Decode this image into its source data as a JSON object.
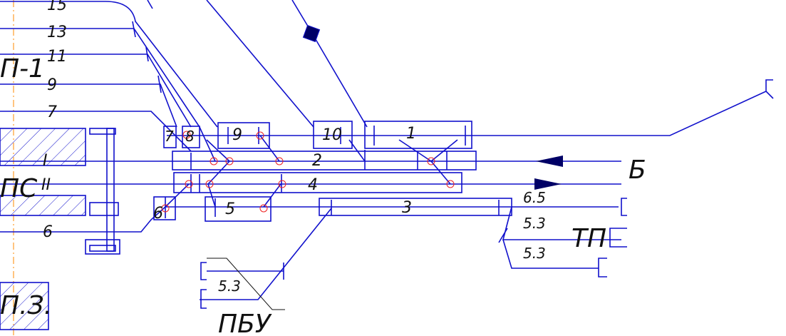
{
  "colors": {
    "line": "#1111cc",
    "signal": "#ee2222",
    "text": "#111111",
    "axis": "#ff8800",
    "marker": "#000066"
  },
  "labels": {
    "station_left": "П-1",
    "station_ps": "ПС",
    "station_p3": "П.З.",
    "direction_b": "Б",
    "tp": "ТП",
    "pbu": "ПБУ"
  },
  "tracks": {
    "t15": "15",
    "t13": "13",
    "t11": "11",
    "t9": "9",
    "t7": "7",
    "t1": "I",
    "t2": "II",
    "t6": "6"
  },
  "sections": {
    "s1": "1",
    "s2": "2",
    "s3": "3",
    "s4": "4",
    "s5": "5",
    "s6": "6",
    "s7": "7",
    "s8": "8",
    "s9": "9",
    "s10": "10"
  },
  "branches": {
    "b65": "6.5",
    "b53a": "5.3",
    "b53b": "5.3",
    "b53c": "5.3"
  }
}
